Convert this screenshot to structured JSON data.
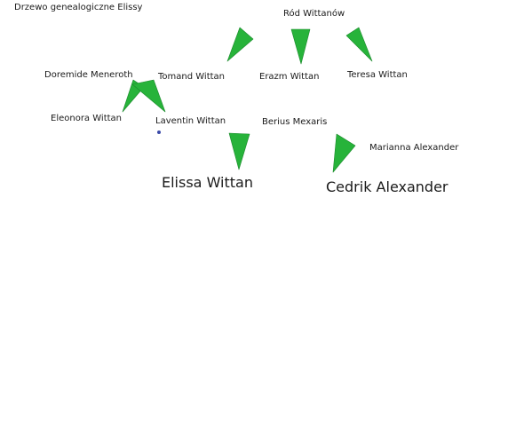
{
  "title": "Drzewo genealogiczne Elissy",
  "colors": {
    "arrow_fill": "#27b33a",
    "arrow_fill_light": "#4cd65a",
    "arrow_stroke": "#1b8a2c",
    "dot": "#3b4aa8"
  },
  "nodes": {
    "rod_wittanow": "Ród Wittanów",
    "tomand": "Tomand Wittan",
    "erazm": "Erazm Wittan",
    "teresa": "Teresa Wittan",
    "doremide": "Doremide Meneroth",
    "eleonora": "Eleonora Wittan",
    "laventin": "Laventin Wittan",
    "berius": "Berius Mexaris",
    "marianna": "Marianna Alexander",
    "elissa": "Elissa Wittan",
    "cedrik": "Cedrik Alexander"
  }
}
